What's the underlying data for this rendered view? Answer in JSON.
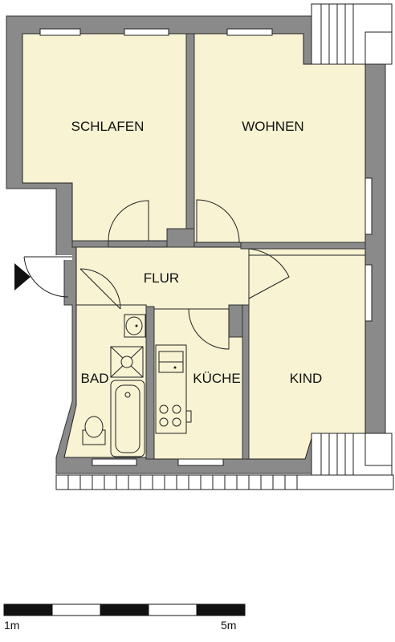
{
  "rooms": {
    "schlafen": "SCHLAFEN",
    "wohnen": "WOHNEN",
    "flur": "FLUR",
    "bad": "BAD",
    "kueche": "KÜCHE",
    "kind": "KIND"
  },
  "scale": {
    "left_label": "1m",
    "right_label": "5m"
  },
  "colors": {
    "floor": "#f7f3d3",
    "wall": "#8a8a8a"
  }
}
